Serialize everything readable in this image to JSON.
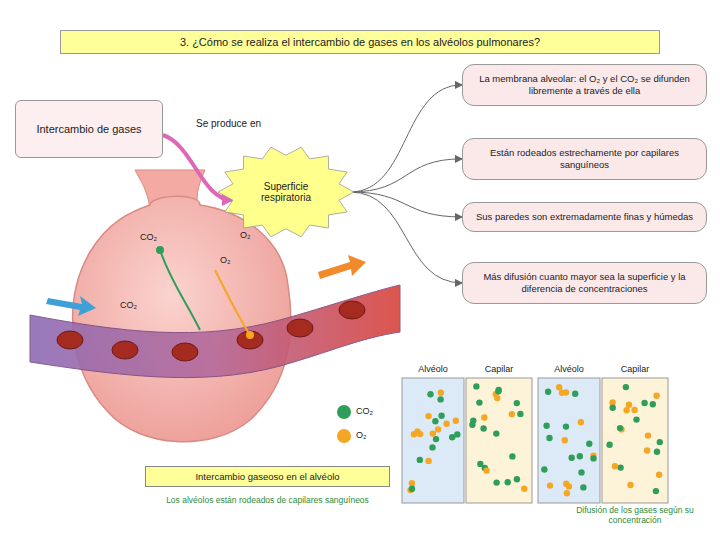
{
  "diagram": {
    "title": "3. ¿Cómo se realiza el intercambio de gases en los alvéolos pulmonares?",
    "caption": "Los alvéolos están rodeados de capilares sanguíneos",
    "nodes": [
      {
        "text": [
          "Intercambio de gases"
        ]
      },
      {
        "text": [
          "Superficie respiratoria"
        ]
      },
      {
        "text": [
          "La membrana alveolar: el O₂ y el CO₂ se difunden libremente a través de ella"
        ]
      },
      {
        "text": [
          "Están rodeados estrechamente por capilares sanguíneos"
        ]
      },
      {
        "text": [
          "Sus paredes son extremadamente finas y húmedas"
        ]
      },
      {
        "text": [
          "Más difusión cuanto mayor sea la superficie y la diferencia de concentraciones"
        ]
      },
      {
        "text": [
          "Intercambio gaseoso en el alvéolo"
        ]
      }
    ],
    "edges": [
      {
        "from": 0,
        "to": 1,
        "arrow": "to"
      },
      {
        "from": 1,
        "to": 2,
        "arrow": "to"
      },
      {
        "from": 1,
        "to": 3,
        "arrow": "to"
      },
      {
        "from": 1,
        "to": 4,
        "arrow": "to"
      },
      {
        "from": 1,
        "to": 5,
        "arrow": "to"
      }
    ],
    "labels": [
      "Se produce en",
      "CO₂",
      "O₂",
      "CO₂",
      "O₂",
      "Alvéolo",
      "Capilar",
      "Alvéolo",
      "Capilar",
      "Difusión de los gases según su concentración"
    ],
    "legend": [
      {
        "text": "CO₂",
        "color": "#2e9e5a"
      },
      {
        "text": "O₂",
        "color": "#f5a623"
      }
    ]
  }
}
